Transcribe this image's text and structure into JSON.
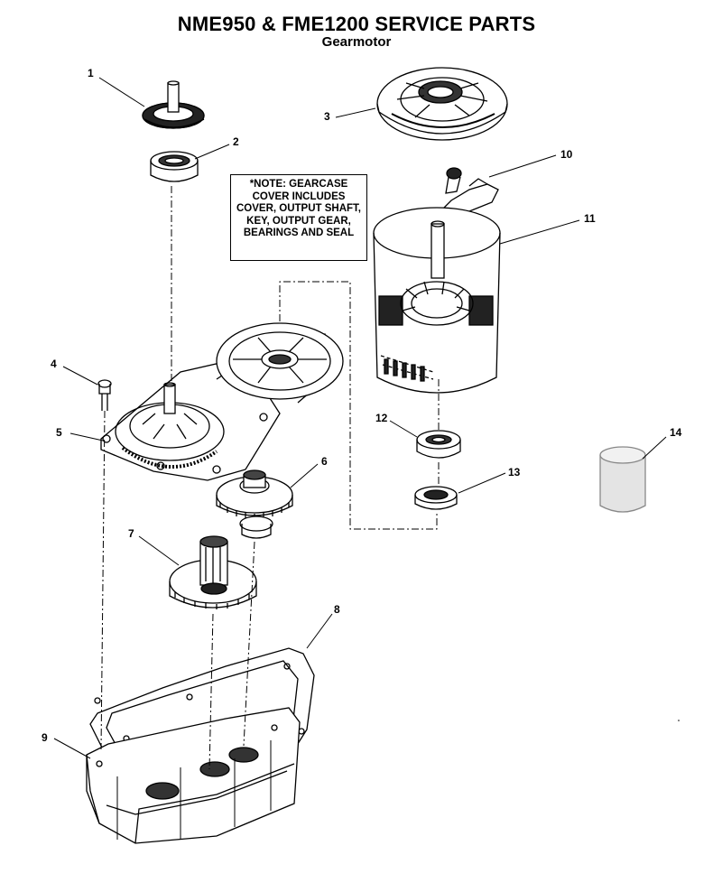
{
  "header": {
    "title": "NME950 & FME1200 SERVICE PARTS",
    "subtitle": "Gearmotor"
  },
  "note": {
    "text": "*NOTE: GEARCASE COVER INCLUDES COVER, OUTPUT SHAFT, KEY, OUTPUT GEAR, BEARINGS AND SEAL"
  },
  "callouts": [
    "1",
    "2",
    "3",
    "4",
    "5",
    "6",
    "7",
    "8",
    "9",
    "10",
    "11",
    "12",
    "13",
    "14"
  ],
  "colors": {
    "line": "#000000",
    "part14_fill": "#e4e4e4",
    "background": "#ffffff"
  }
}
